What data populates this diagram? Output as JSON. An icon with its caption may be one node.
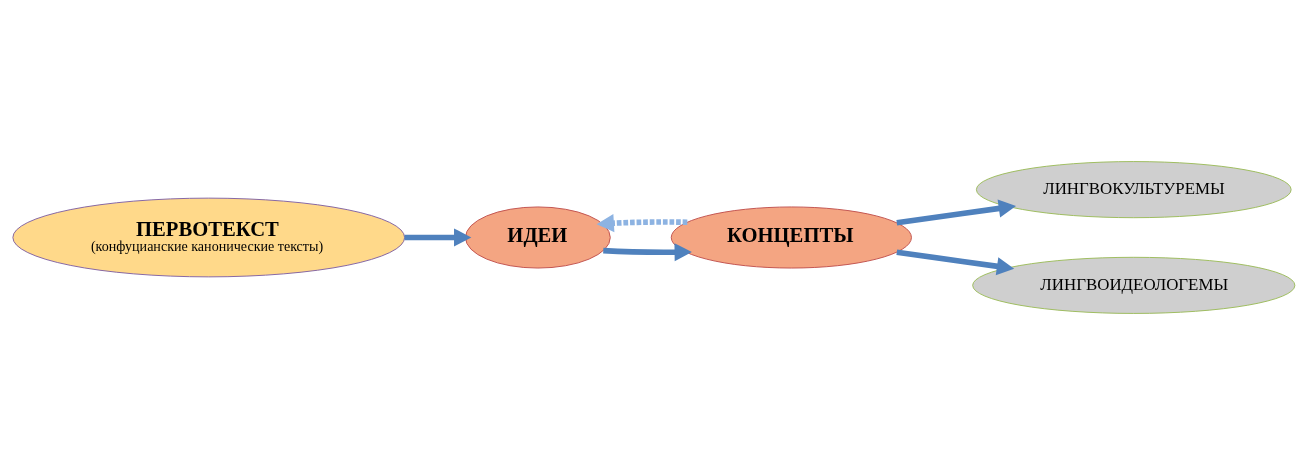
{
  "diagram": {
    "nodes": [
      {
        "text": [
          "ПЕРВОТЕКСТ",
          "(конфуцианские канонические тексты)"
        ]
      },
      {
        "text": [
          "ИДЕИ"
        ]
      },
      {
        "text": [
          "КОНЦЕПТЫ"
        ]
      },
      {
        "text": [
          "ЛИНГВОКУЛЬТУРЕМЫ"
        ]
      },
      {
        "text": [
          "ЛИНГВОИДЕОЛОГЕМЫ"
        ]
      }
    ],
    "edges": [
      {
        "from": 0,
        "to": 1,
        "arrow": "to"
      },
      {
        "from": 1,
        "to": 2,
        "arrow": "to"
      },
      {
        "from": 2,
        "to": 3,
        "arrow": "to"
      },
      {
        "from": 2,
        "to": 4,
        "arrow": "to"
      },
      {
        "from": 2,
        "to": 1,
        "arrow": "to",
        "style": "dashed",
        "color": "#8db3e2"
      }
    ]
  }
}
